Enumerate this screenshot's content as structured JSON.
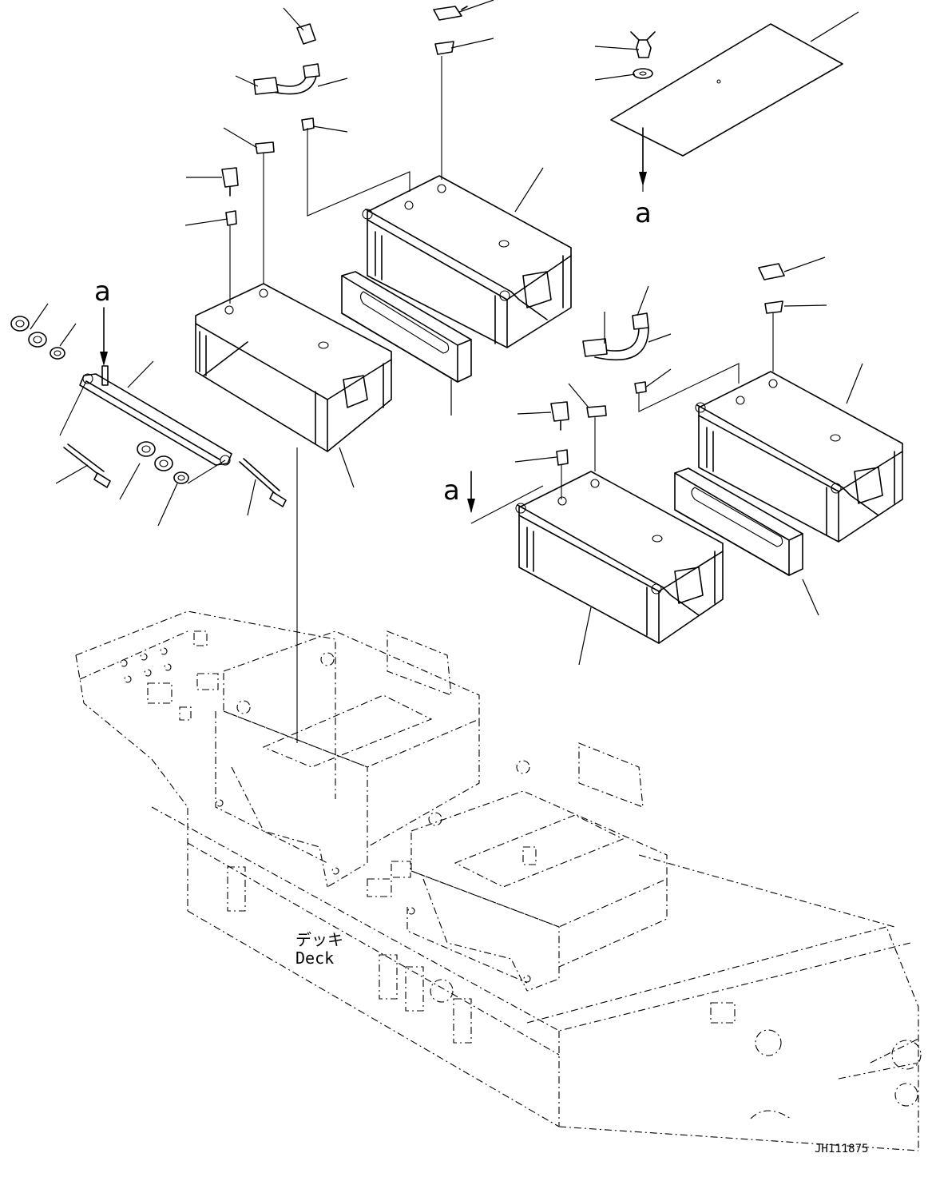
{
  "figure": {
    "deck_label_jp": "デッキ",
    "deck_label_en": "Deck",
    "drawing_number": "JH111875",
    "view_marker": "a"
  }
}
